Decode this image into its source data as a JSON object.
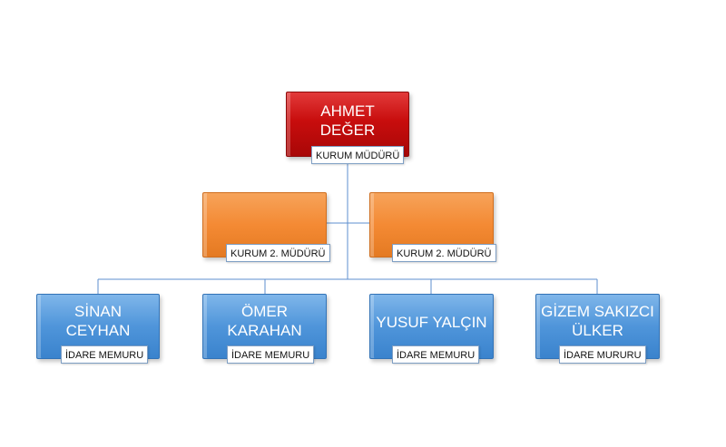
{
  "org_chart": {
    "root": {
      "name": "AHMET\nDEĞER",
      "role": "KURUM MÜDÜRÜ"
    },
    "deputies": [
      {
        "name": "",
        "role": "KURUM 2. MÜDÜRÜ"
      },
      {
        "name": "",
        "role": "KURUM 2. MÜDÜRÜ"
      }
    ],
    "staff": [
      {
        "name": "SİNAN\nCEYHAN",
        "role": "İDARE MEMURU"
      },
      {
        "name": "ÖMER\nKARAHAN",
        "role": "İDARE MEMURU"
      },
      {
        "name": "YUSUF YALÇIN",
        "role": "İDARE MEMURU"
      },
      {
        "name": "GİZEM SAKIZCI\nÜLKER",
        "role": "İDARE MURURU"
      }
    ]
  },
  "colors": {
    "root": "#c80d0d",
    "deputy": "#f48a34",
    "staff": "#4f95da",
    "connector": "#5d8fcf"
  }
}
